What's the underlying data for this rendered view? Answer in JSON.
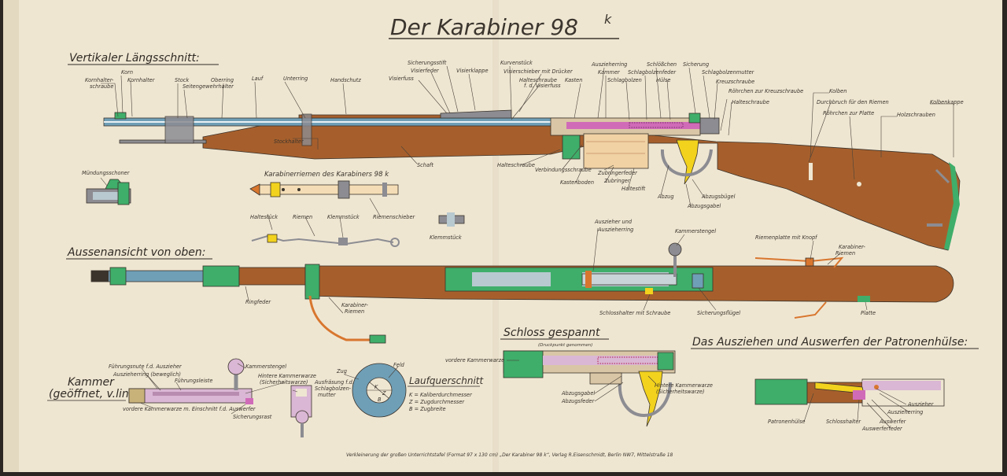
{
  "title": "Der Karabiner 98",
  "title_sup": "k",
  "sections": {
    "vertical": "Vertikaler Längsschnitt:",
    "top_view": "Aussenansicht von oben:",
    "sling": "Karabinerriemen des Karabiners 98 k",
    "kammer_line1": "Kammer",
    "kammer_line2": "(geöffnet, v.links)",
    "laufquerschnitt": "Laufquerschnitt",
    "schloss": "Schloss gespannt",
    "schloss_sub": "(Druckpunkt genommen)",
    "ausziehen": "Das Ausziehen und Auswerfen der Patronenhülse:"
  },
  "labels_vertical": {
    "kornhalterschraube_1": "Kornhalter-",
    "kornhalterschraube_2": "schraube",
    "korn": "Korn",
    "kornhalter": "Kornhalter",
    "stock": "Stock",
    "seitengewehrhalter": "Seitengewehrhalter",
    "oberring": "Oberring",
    "lauf": "Lauf",
    "unterring": "Unterring",
    "handschutz": "Handschutz",
    "visierfuss": "Visierfuss",
    "visierfeder": "Visierfeder",
    "sicherungsstift": "Sicherungsstift",
    "visierklappe": "Visierklappe",
    "kurvenstueck": "Kurvenstück",
    "visierschieber": "Visierschieber mit Drücker",
    "halteschraube_visier_1": "Halteschraube",
    "halteschraube_visier_2": "f. d. Visierfuss",
    "kasten": "Kasten",
    "auszieherring": "Auszieherring",
    "kammer": "Kammer",
    "schlagbolzen": "Schlagbolzen",
    "schloesschen": "Schlößchen",
    "schlagbolzenfeder": "Schlagbolzenfeder",
    "huelse": "Hülse",
    "sicherung": "Sicherung",
    "schlagbolzenmutter": "Schlagbolzenmutter",
    "kreuzschraube": "Kreuzschraube",
    "roehrchen_kreuz": "Röhrchen zur Kreuzschraube",
    "halteschraube_r": "Halteschraube",
    "kolben": "Kolben",
    "durchbruch": "Durchbruch für den Riemen",
    "roehrchen_platte": "Röhrchen zur Platte",
    "holzschrauben": "Holzschrauben",
    "kolbenkappe": "Kolbenkappe",
    "stockhalter": "Stockhalter",
    "schaft": "Schaft",
    "halteschraube_u": "Halteschraube",
    "verbindungsschraube": "Verbindungsschraube",
    "zubringerfeder": "Zubringerfeder",
    "zubringer": "Zubringer",
    "kastenboden": "Kastenboden",
    "haltestift": "Haltestift",
    "abzug": "Abzug",
    "abzugsbuegel": "Abzugsbügel",
    "abzugsgabel": "Abzugsgabel",
    "muendungsschoner": "Mündungsschoner"
  },
  "labels_sling": {
    "haltestueck": "Haltestück",
    "riemen": "Riemen",
    "klemmstueck": "Klemmstück",
    "riemenschieber": "Riemenschieber",
    "klemmstueck_2": "Klemmstück"
  },
  "labels_top": {
    "auszieher_1": "Auszieher und",
    "auszieher_2": "Auszieherring",
    "kammerstengel": "Kammerstengel",
    "riemenplatte": "Riemenplatte mit Knopf",
    "karabinerriemen_1": "Karabiner-",
    "karabinerriemen_2": "Riemen",
    "ringfeder": "Ringfeder",
    "karabiner_riemen_b1": "Karabiner-",
    "karabiner_riemen_b2": "Riemen",
    "schlosshalter": "Schlosshalter mit Schraube",
    "sicherungsfluegel": "Sicherungsflügel",
    "platte": "Platte"
  },
  "labels_kammer": {
    "fuehrungsnute_1": "Führungsnute f.d. Auszieher",
    "fuehrungsnute_2": "Auszieherring (beweglich)",
    "fuehrungsleiste": "Führungsleiste",
    "kammerstengel": "Kammerstengel",
    "hintere_1": "Hintere Kammerwarze",
    "hintere_2": "(Sicherheitswarze)",
    "ausfraesung_1": "Ausfräsung f.d.",
    "ausfraesung_2": "Schlagbolzen-",
    "ausfraesung_3": "mutter",
    "vordere": "vordere Kammerwarze m. Einschnitt f.d. Auswerfer",
    "sicherungsrast": "Sicherungsrast"
  },
  "labels_laufquer": {
    "zug": "Zug",
    "feld": "Feld",
    "k": "K = Kaliberdurchmesser",
    "z": "Z = Zugdurchmesser",
    "b": "B = Zugbreite",
    "kl": "K",
    "zl": "Z",
    "bl": "B"
  },
  "labels_schloss": {
    "vordere_kammerwarze": "vordere Kammerwarze",
    "abzugsgabel": "Abzugsgabel",
    "abzugsfeder": "Abzugsfeder",
    "hintere_1": "Hintere Kammerwarze",
    "hintere_2": "(Sicherheitswarze)"
  },
  "labels_ausziehen": {
    "patronenhuelse": "Patronenhülse",
    "schlosshalter": "Schlosshalter",
    "auswerfer": "Auswerfer",
    "auswerferfeder": "Auswerferfeder",
    "auszieher": "Auszieher",
    "auszieherring": "Auszieherring"
  },
  "footer": "Verkleinerung der großen Unterrichtstafel (Format 97 x 130 cm) „Der Karabiner 98 k“,   Verlag R.Eisenschmidt, Berlin NW7, Mittelstraße 18",
  "colors": {
    "paper": "#efe6d2",
    "wood": "#a65f2c",
    "barrel_blue": "#6f9fb7",
    "green": "#3fae6a",
    "pink": "#d06bb8",
    "yellow": "#f2d21d",
    "orange": "#d8762e",
    "steel": "#8c8c92"
  }
}
